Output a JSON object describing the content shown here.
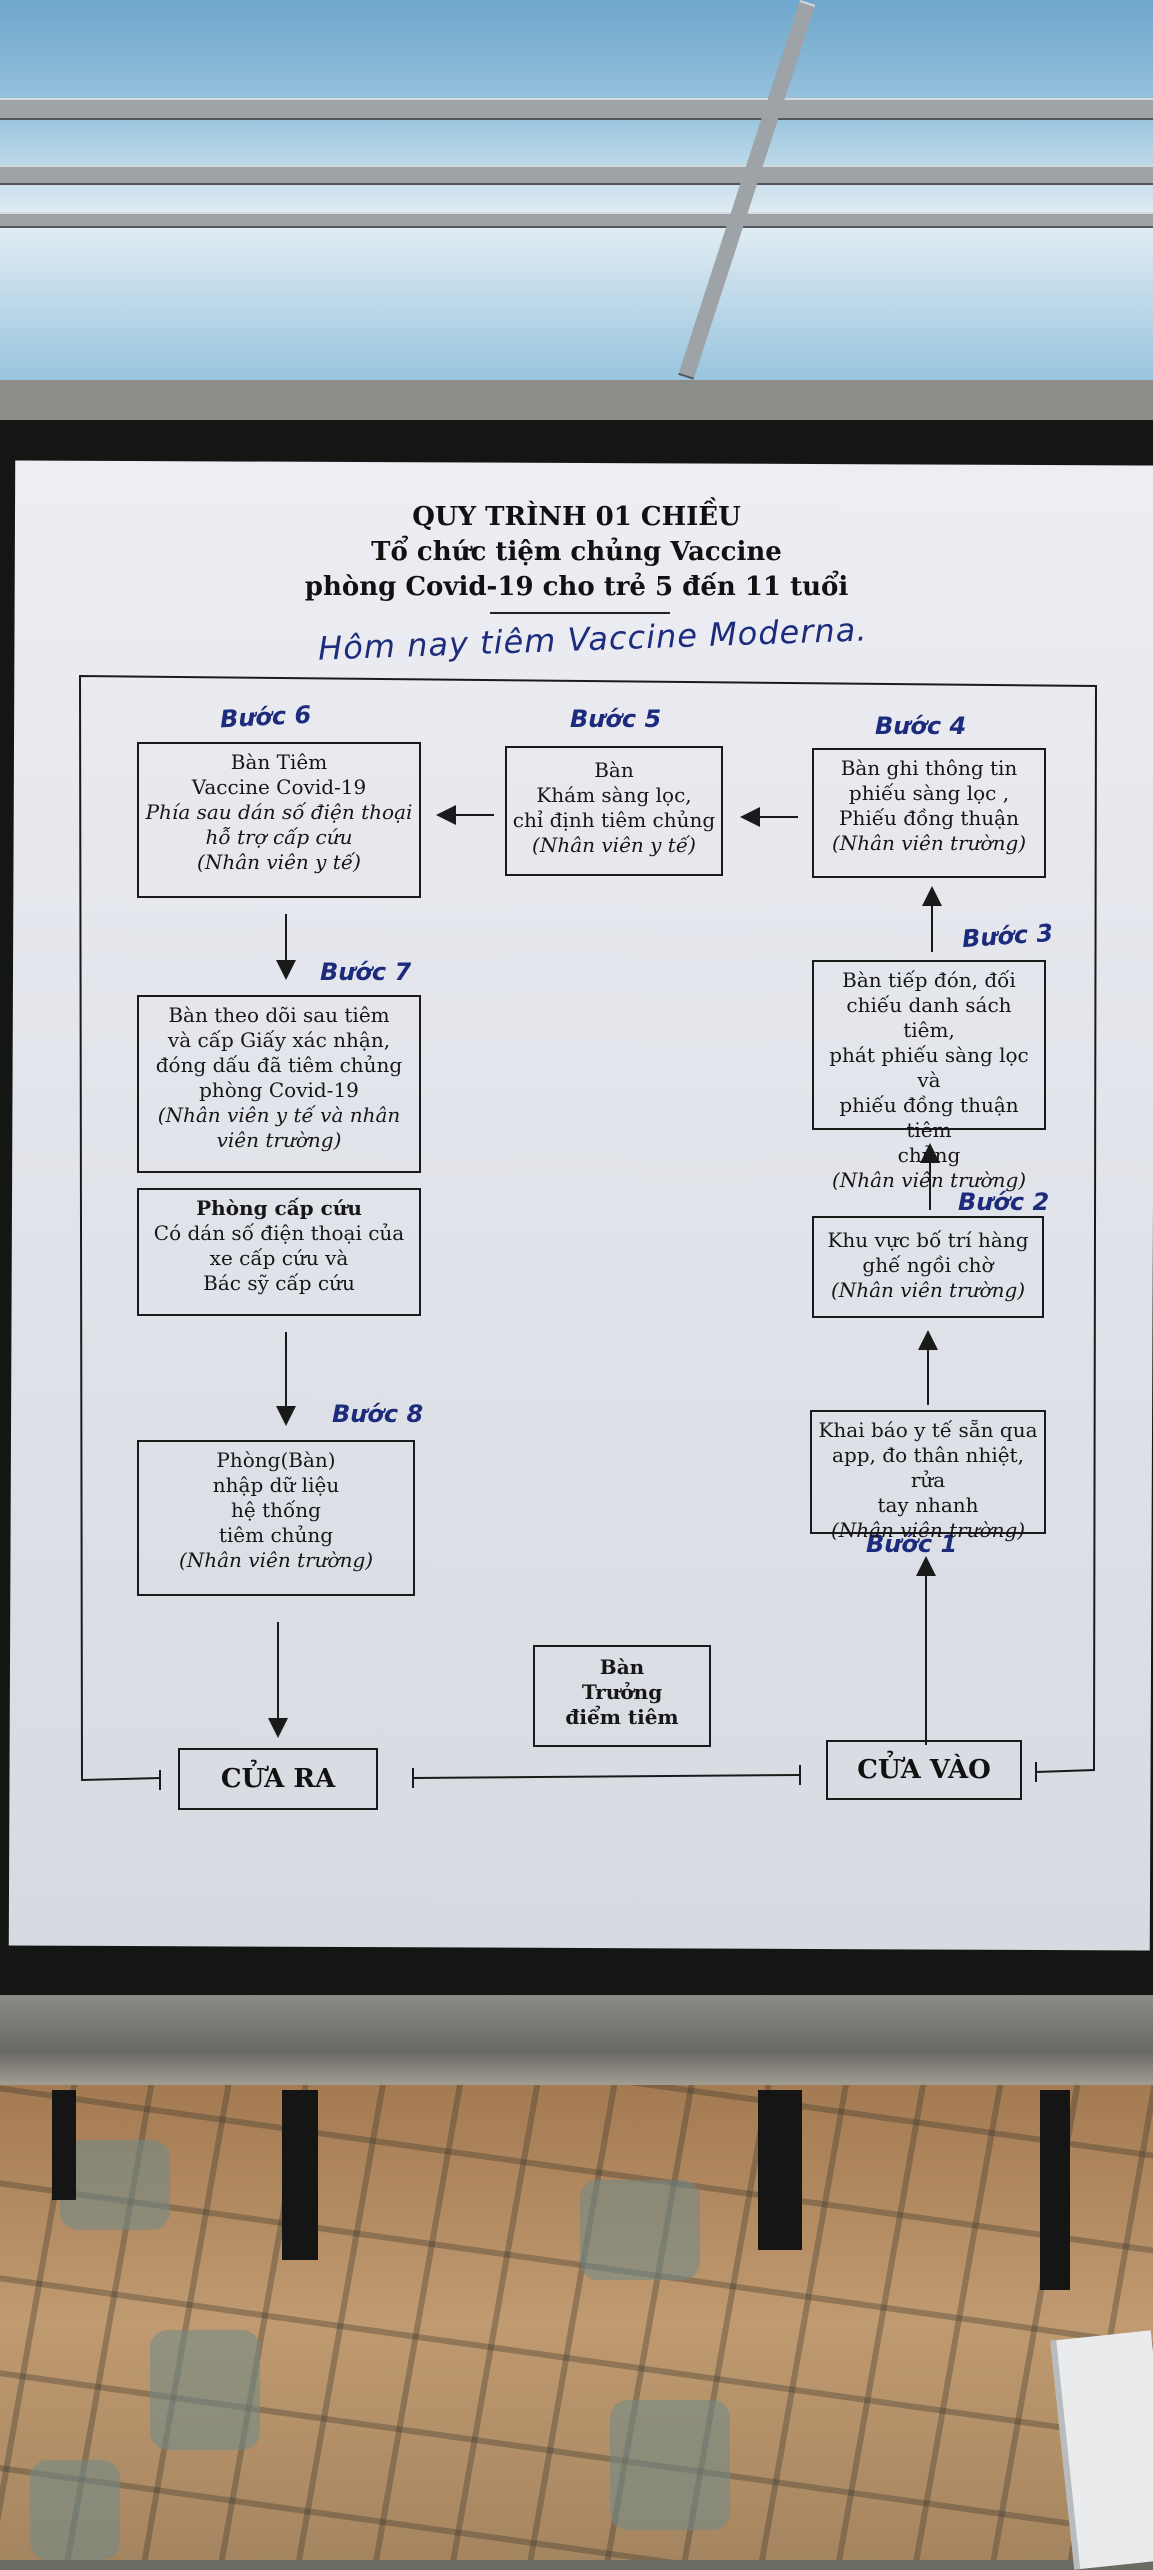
{
  "poster": {
    "title_line1": "QUY TRÌNH 01 CHIỀU",
    "title_line2": "Tổ chức tiệm chủng Vaccine",
    "title_line3": "phòng Covid-19 cho trẻ 5 đến 11 tuổi",
    "handwritten_note": "Hôm nay tiêm Vaccine Moderna."
  },
  "steps": {
    "s1": "Bước 1",
    "s2": "Bước 2",
    "s3": "Bước 3",
    "s4": "Bước 4",
    "s5": "Bước 5",
    "s6": "Bước 6",
    "s7": "Bước 7",
    "s8": "Bước 8"
  },
  "boxes": {
    "b6": {
      "l1": "Bàn Tiêm",
      "l2": "Vaccine Covid-19",
      "l3": "Phía sau dán số điện thoại",
      "l4": "hỗ trợ cấp cứu",
      "l5": "(Nhân viên y tế)"
    },
    "b5": {
      "l1": "Bàn",
      "l2": "Khám sàng lọc,",
      "l3": "chỉ định tiêm chủng",
      "l4": "(Nhân viên y tế)"
    },
    "b4": {
      "l1": "Bàn ghi thông tin",
      "l2": "phiếu sàng lọc ,",
      "l3": "Phiếu đồng thuận",
      "l4": "(Nhân viên trường)"
    },
    "b3": {
      "l1": "Bàn tiếp đón, đối",
      "l2": "chiếu danh sách tiêm,",
      "l3": "phát phiếu sàng lọc và",
      "l4": "phiếu đồng thuận tiêm",
      "l5": "chủng",
      "l6": "(Nhân viên trường)"
    },
    "b2": {
      "l1": "Khu vực bố trí hàng",
      "l2": "ghế ngồi chờ",
      "l3": "(Nhân viên trường)"
    },
    "b1": {
      "l1": "Khai báo y tế sẵn qua",
      "l2": "app, đo thân nhiệt, rửa",
      "l3": "tay nhanh",
      "l4": "(Nhân viên trường)"
    },
    "b7": {
      "l1": "Bàn theo dõi sau tiêm",
      "l2": "và cấp Giấy xác nhận,",
      "l3": "đóng dấu đã tiêm chủng",
      "l4": "phòng Covid-19",
      "l5": "(Nhân viên y tế và nhân",
      "l6": "viên trường)"
    },
    "emergency": {
      "l1": "Phòng cấp cứu",
      "l2": "Có dán số điện thoại của",
      "l3": "xe cấp cứu và",
      "l4": "Bác sỹ cấp cứu"
    },
    "b8": {
      "l1": "Phòng(Bàn)",
      "l2": "nhập dữ liệu",
      "l3": "hệ thống",
      "l4": "tiêm chủng",
      "l5": "(Nhân viên trường)"
    },
    "head": {
      "l1": "Bàn",
      "l2": "Trưởng",
      "l3": "điểm tiêm"
    }
  },
  "doors": {
    "exit": "CỬA RA",
    "entrance": "CỬA VÀO"
  },
  "colors": {
    "ink_blue": "#1d2b7d",
    "paper": "#e4e6ec",
    "board": "#141614"
  }
}
